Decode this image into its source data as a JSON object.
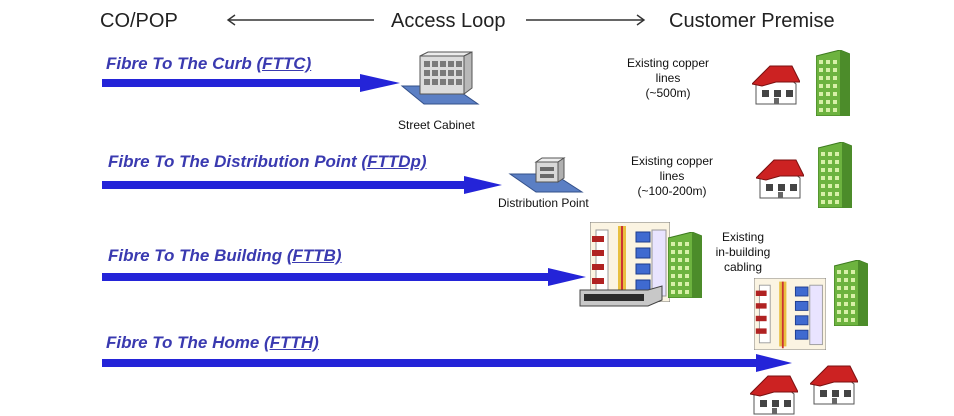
{
  "header": {
    "left": "CO/POP",
    "middle": "Access Loop",
    "right": "Customer Premise"
  },
  "rows": [
    {
      "prefix": "Fibre To The  Curb ",
      "abbr": "(FTTC)"
    },
    {
      "prefix": "Fibre To The Distribution Point ",
      "abbr": "(FTTDp)"
    },
    {
      "prefix": "Fibre To The Building ",
      "abbr": "(FTTB)"
    },
    {
      "prefix": "Fibre To The Home ",
      "abbr": "(FTTH)"
    }
  ],
  "captions": {
    "street_cabinet": "Street Cabinet",
    "distribution_point": "Distribution Point"
  },
  "notes": {
    "fttc": [
      "Existing copper",
      "lines",
      "(~500m)"
    ],
    "fttdp": [
      "Existing copper",
      "lines",
      "(~100-200m)"
    ],
    "fttb": [
      "Existing",
      "in-building",
      "cabling"
    ]
  },
  "colors": {
    "title_text": "#3a3ab0",
    "arrow": "#2424d8",
    "roof": "#cc2222",
    "tower": "#6db33f",
    "cabinet": "#5b7fc4"
  }
}
